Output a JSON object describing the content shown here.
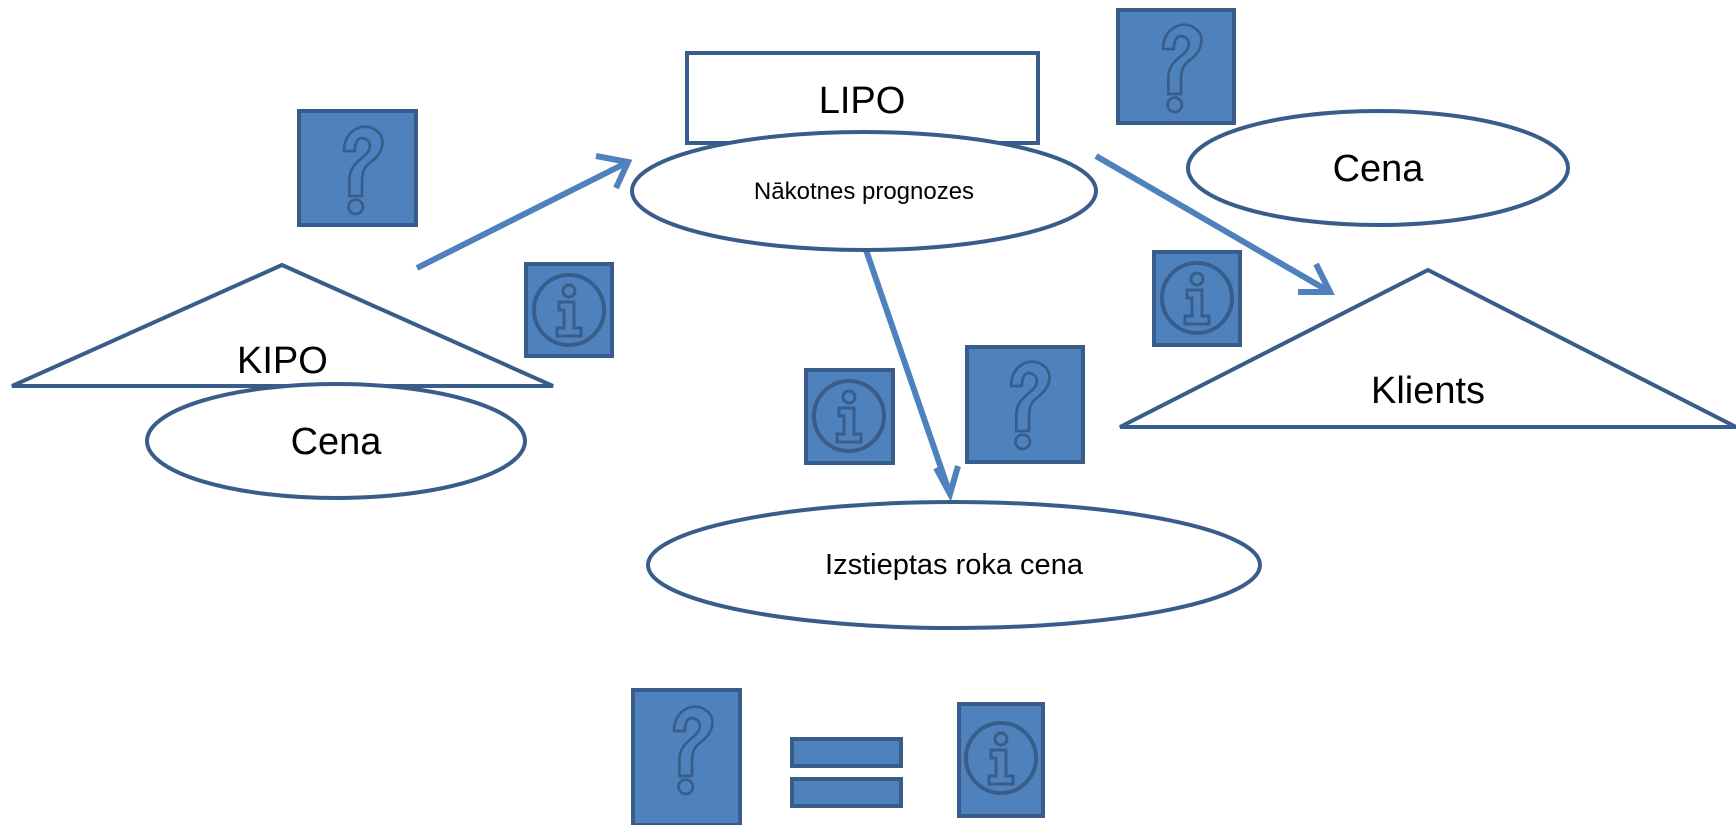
{
  "colors": {
    "outline": "#385D8A",
    "accent_fill": "#4F81BD",
    "arrow": "#4F81BD",
    "shape_fill": "#FFFFFF",
    "text": "#000000"
  },
  "nodes": {
    "kipo_label": "KIPO",
    "kipo_price_label": "Cena",
    "lipo_label": "LIPO",
    "future_forecasts_label": "Nākotnes prognozes",
    "right_price_label": "Cena",
    "client_label": "Klients",
    "arms_length_price_label": "Izstieptas roka cena"
  },
  "icons": {
    "question": "question-mark-icon",
    "info": "information-icon"
  },
  "legend": {
    "relation": "equals"
  }
}
